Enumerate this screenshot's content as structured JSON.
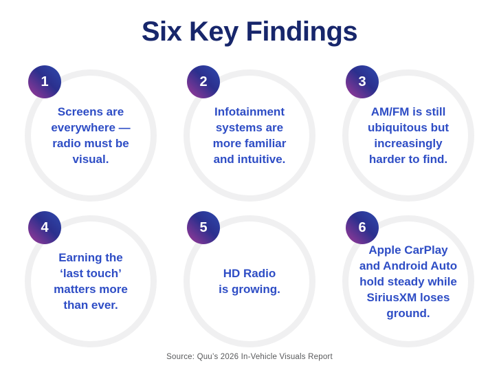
{
  "title": "Six Key Findings",
  "findings": [
    {
      "number": "1",
      "text": "Screens are\neverywhere —\nradio must be\nvisual."
    },
    {
      "number": "2",
      "text": "Infotainment\nsystems are\nmore familiar\nand intuitive."
    },
    {
      "number": "3",
      "text": "AM/FM is still\nubiquitous but\nincreasingly\nharder to find."
    },
    {
      "number": "4",
      "text": "Earning the\n‘last touch’\nmatters more\nthan ever."
    },
    {
      "number": "5",
      "text": "HD Radio\nis growing."
    },
    {
      "number": "6",
      "text": "Apple CarPlay\nand Android Auto\nhold steady while\nSiriusXM loses\nground."
    }
  ],
  "source": "Source: Quu’s 2026 In-Vehicle Visuals Report",
  "colors": {
    "title_navy": "#17266b",
    "body_blue": "#2e4dc5",
    "ring_gray": "#f0f0f1",
    "badge_gradient_blue": "#2f4aae",
    "badge_gradient_indigo": "#2b2f8d",
    "badge_gradient_magenta": "#a23a98",
    "source_gray": "#58595b",
    "background": "#ffffff"
  }
}
